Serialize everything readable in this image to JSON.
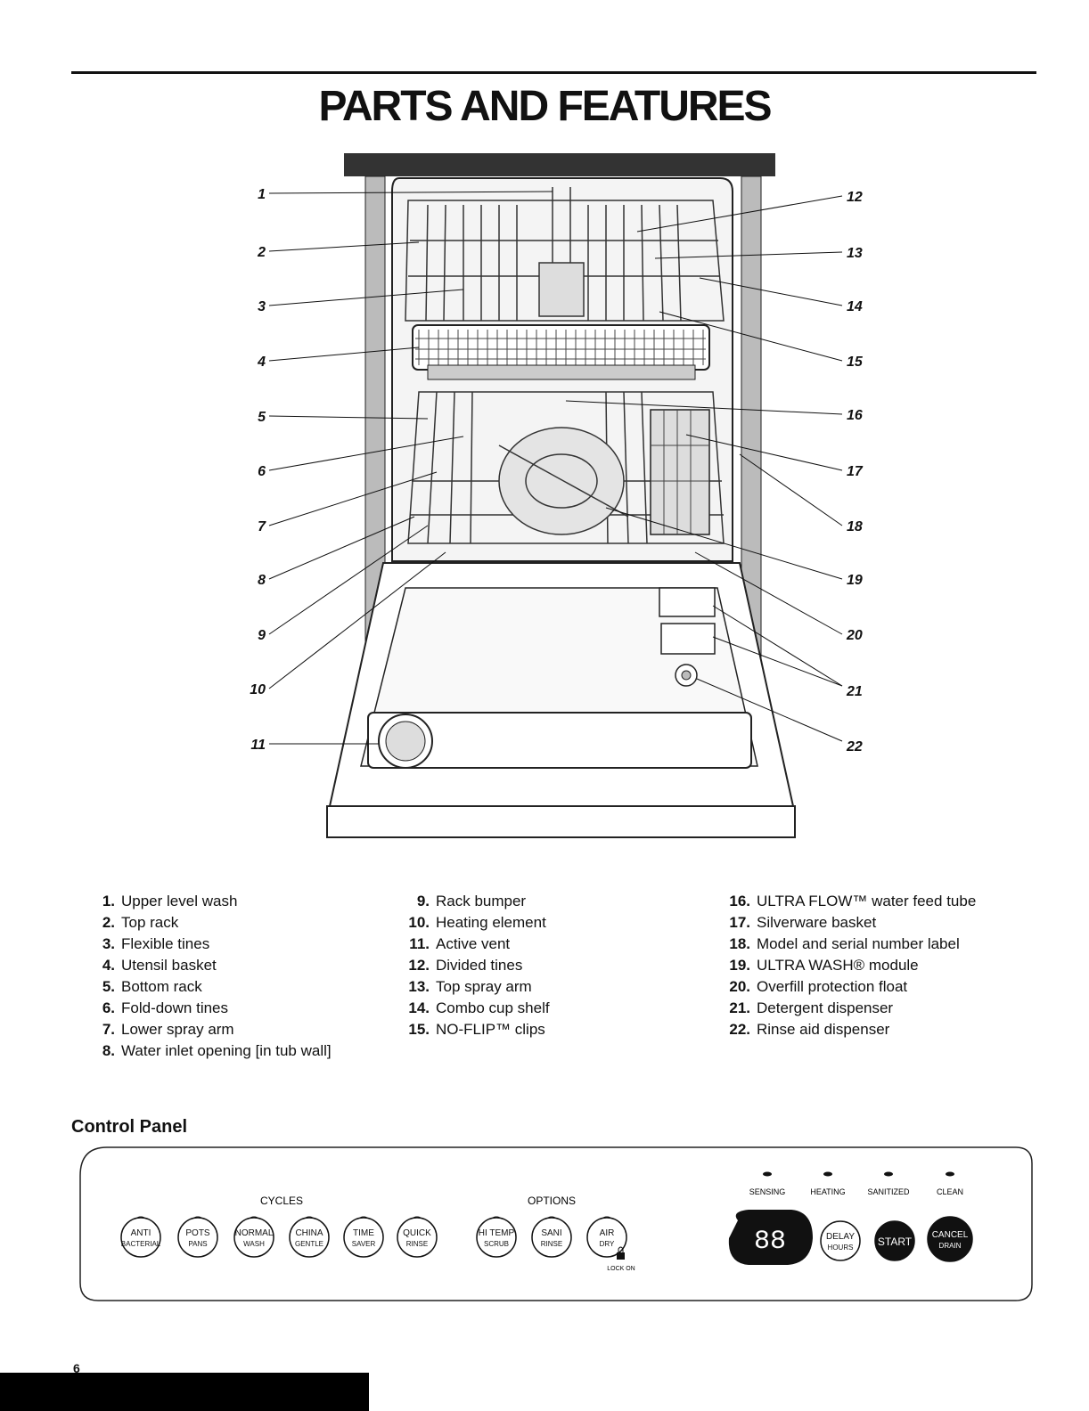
{
  "page": {
    "title": "PARTS AND FEATURES"
  },
  "callouts": [
    "1",
    "2",
    "3",
    "4",
    "5",
    "6",
    "7",
    "8",
    "9",
    "10",
    "11",
    "12",
    "13",
    "14",
    "15",
    "16",
    "17",
    "18",
    "19",
    "20",
    "21",
    "22"
  ],
  "parts": [
    {
      "num": "1.",
      "label": "Upper level wash"
    },
    {
      "num": "2.",
      "label": "Top rack"
    },
    {
      "num": "3.",
      "label": "Flexible tines"
    },
    {
      "num": "4.",
      "label": "Utensil basket"
    },
    {
      "num": "5.",
      "label": "Bottom rack"
    },
    {
      "num": "6.",
      "label": "Fold-down tines"
    },
    {
      "num": "7.",
      "label": "Lower spray arm"
    },
    {
      "num": "8.",
      "label": "Water inlet opening [in tub wall]"
    },
    {
      "num": "9.",
      "label": "Rack bumper"
    },
    {
      "num": "10.",
      "label": "Heating element"
    },
    {
      "num": "11.",
      "label": "Active vent"
    },
    {
      "num": "12.",
      "label": "Divided tines"
    },
    {
      "num": "13.",
      "label": "Top spray arm"
    },
    {
      "num": "14.",
      "label": "Combo cup shelf"
    },
    {
      "num": "15.",
      "label": "NO-FLIP™ clips"
    },
    {
      "num": "16.",
      "label": "ULTRA FLOW™ water feed tube"
    },
    {
      "num": "17.",
      "label": "Silverware basket"
    },
    {
      "num": "18.",
      "label": "Model and serial number label"
    },
    {
      "num": "19.",
      "label": "ULTRA WASH® module"
    },
    {
      "num": "20.",
      "label": "Overfill protection float"
    },
    {
      "num": "21.",
      "label": "Detergent dispenser"
    },
    {
      "num": "22.",
      "label": "Rinse aid dispenser"
    }
  ],
  "control_panel": {
    "heading": "Control Panel",
    "cycles_label": "CYCLES",
    "options_label": "OPTIONS",
    "cycles": [
      {
        "line1": "ANTI",
        "line2": "BACTERIAL"
      },
      {
        "line1": "POTS",
        "line2": "PANS"
      },
      {
        "line1": "NORMAL",
        "line2": "WASH"
      },
      {
        "line1": "CHINA",
        "line2": "GENTLE"
      },
      {
        "line1": "TIME",
        "line2": "SAVER"
      },
      {
        "line1": "QUICK",
        "line2": "RINSE"
      }
    ],
    "options": [
      {
        "line1": "HI TEMP",
        "line2": "SCRUB"
      },
      {
        "line1": "SANI",
        "line2": "RINSE"
      },
      {
        "line1": "AIR",
        "line2": "DRY"
      }
    ],
    "lock_label": "LOCK ON",
    "status_lights": [
      "SENSING",
      "HEATING",
      "SANITIZED",
      "CLEAN"
    ],
    "display_value": "88",
    "delay": {
      "line1": "DELAY",
      "line2": "HOURS"
    },
    "start_label": "START",
    "cancel": {
      "line1": "CANCEL",
      "line2": "DRAIN"
    }
  },
  "footer": {
    "page_number": "6"
  }
}
